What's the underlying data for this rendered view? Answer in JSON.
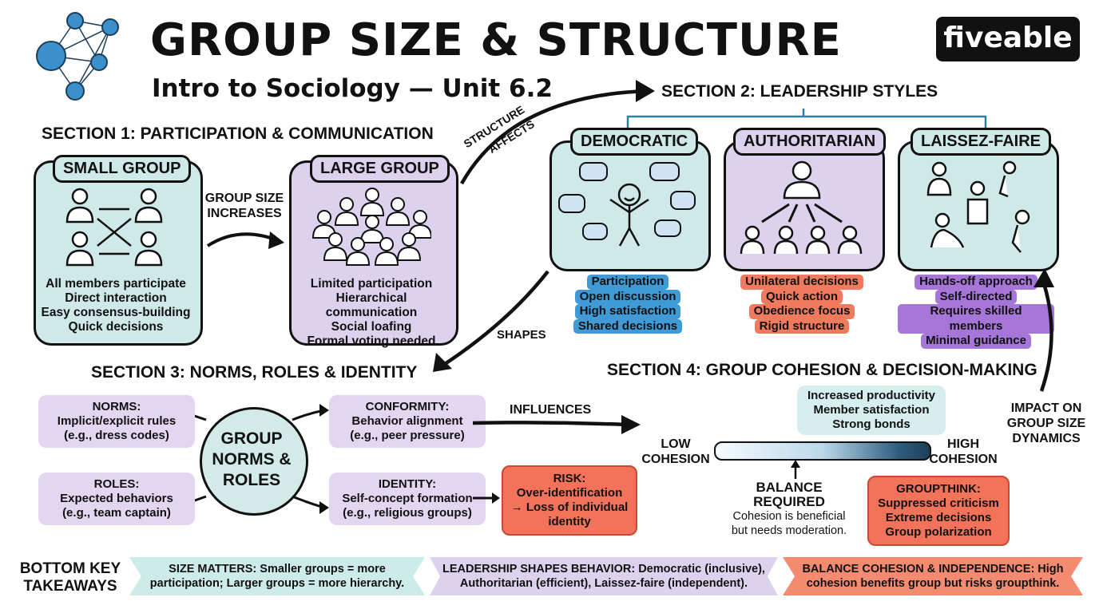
{
  "header": {
    "title": "GROUP SIZE & STRUCTURE",
    "subtitle": "Intro to Sociology — Unit 6.2",
    "logo": "fiveable",
    "icon": "network-icon"
  },
  "section1": {
    "heading": "SECTION 1: PARTICIPATION & COMMUNICATION",
    "small": {
      "label": "SMALL GROUP",
      "lines": [
        "All members participate",
        "Direct interaction",
        "Easy consensus-building",
        "Quick decisions"
      ]
    },
    "arrow_label": [
      "GROUP SIZE",
      "INCREASES"
    ],
    "large": {
      "label": "LARGE GROUP",
      "lines": [
        "Limited participation",
        "Hierarchical communication",
        "Social loafing",
        "Formal voting needed"
      ]
    }
  },
  "connectors": {
    "structure_affects": [
      "STRUCTURE",
      "AFFECTS"
    ],
    "shapes": "SHAPES",
    "influences": "INFLUENCES",
    "impact": [
      "IMPACT ON",
      "GROUP SIZE",
      "DYNAMICS"
    ]
  },
  "section2": {
    "heading": "SECTION 2: LEADERSHIP STYLES",
    "styles": [
      {
        "label": "DEMOCRATIC",
        "traits": [
          "Participation",
          "Open discussion",
          "High satisfaction",
          "Shared decisions"
        ],
        "color": "#3f9ad6"
      },
      {
        "label": "AUTHORITARIAN",
        "traits": [
          "Unilateral decisions",
          "Quick action",
          "Obedience focus",
          "Rigid structure"
        ],
        "color": "#f07a5d"
      },
      {
        "label": "LAISSEZ-FAIRE",
        "traits": [
          "Hands-off approach",
          "Self-directed",
          "Requires skilled members",
          "Minimal guidance"
        ],
        "color": "#a675d8"
      }
    ]
  },
  "section3": {
    "heading": "SECTION 3: NORMS, ROLES & IDENTITY",
    "center": [
      "GROUP",
      "NORMS &",
      "ROLES"
    ],
    "norms": [
      "NORMS:",
      "Implicit/explicit rules",
      "(e.g., dress codes)"
    ],
    "roles": [
      "ROLES:",
      "Expected behaviors",
      "(e.g., team captain)"
    ],
    "conformity": [
      "CONFORMITY:",
      "Behavior alignment",
      "(e.g., peer pressure)"
    ],
    "identity": [
      "IDENTITY:",
      "Self-concept formation",
      "(e.g., religious groups)"
    ],
    "risk": [
      "RISK:",
      "Over-identification",
      "→ Loss of individual",
      "identity"
    ]
  },
  "section4": {
    "heading": "SECTION 4: GROUP COHESION & DECISION-MAKING",
    "benefits": [
      "Increased productivity",
      "Member satisfaction",
      "Strong bonds"
    ],
    "low": [
      "LOW",
      "COHESION"
    ],
    "high": [
      "HIGH",
      "COHESION"
    ],
    "balance": [
      "BALANCE REQUIRED",
      "Cohesion is beneficial",
      "but needs moderation."
    ],
    "groupthink": [
      "GROUPTHINK:",
      "Suppressed criticism",
      "Extreme decisions",
      "Group polarization"
    ]
  },
  "footer": {
    "label": [
      "BOTTOM KEY",
      "TAKEAWAYS"
    ],
    "takeaways": [
      [
        "SIZE MATTERS: Smaller groups = more",
        "participation; Larger groups = more hierarchy."
      ],
      [
        "LEADERSHIP SHAPES BEHAVIOR: Democratic (inclusive),",
        "Authoritarian (efficient), Laissez-faire (independent)."
      ],
      [
        "BALANCE COHESION & INDEPENDENCE: High",
        "cohesion benefits group but risks groupthink."
      ]
    ]
  },
  "colors": {
    "teal": "#cfe9e8",
    "purple": "#ddd2ee",
    "blue": "#3f9ad6",
    "orange": "#f07a5d",
    "violet": "#a675d8"
  }
}
